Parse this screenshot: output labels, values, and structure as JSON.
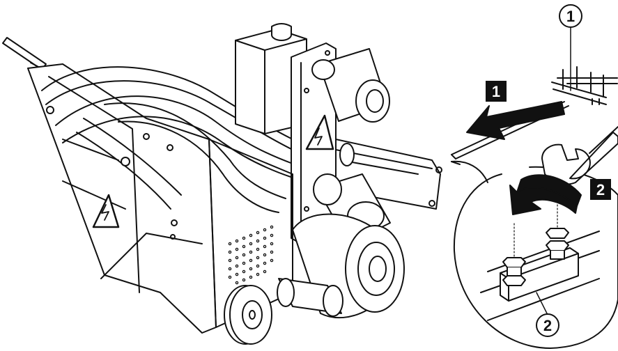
{
  "callouts": {
    "part_1": "1",
    "part_2": "2"
  },
  "steps": {
    "step_1": "1",
    "step_2": "2"
  },
  "colors": {
    "line": "#111111",
    "fill": "#ffffff",
    "step_box": "#111111",
    "step_text": "#ffffff"
  },
  "icons": {
    "hazard": "electric-hazard-warning-icon",
    "tool": "open-end-wrench-icon",
    "arrow_remove": "arrow-left-icon",
    "arrow_turn": "curved-arrow-icon"
  }
}
